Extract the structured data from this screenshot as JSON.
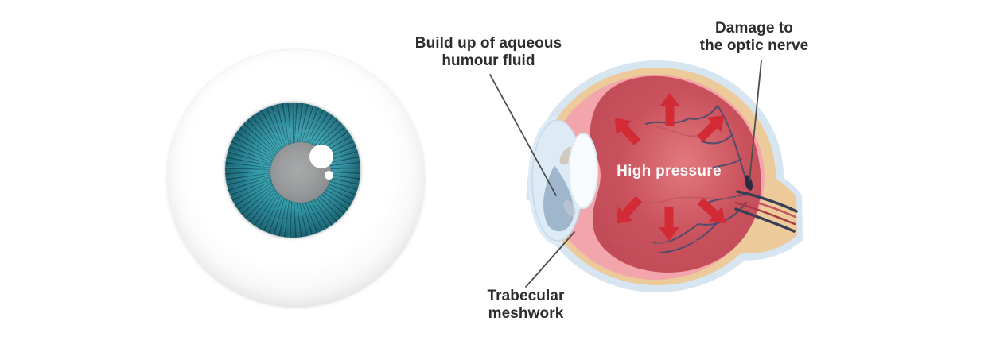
{
  "diagram": {
    "labels": {
      "aqueous_buildup": "Build up of aqueous\nhumour fluid",
      "optic_nerve_damage": "Damage to\nthe optic nerve",
      "trabecular_meshwork": "Trabecular\nmeshwork",
      "high_pressure": "High pressure"
    },
    "pressure_arrow_directions": [
      "up-left",
      "up",
      "up-right",
      "down-left",
      "down",
      "down-right"
    ]
  },
  "colors": {
    "label_text": "#2d2d2d",
    "leader_line": "#4d4d4d",
    "arrow_red": "#d22b35",
    "interior_red": "#c9515c",
    "interior_red_light": "#e2797f",
    "ring_pink": "#f2a5aa",
    "ring_tan": "#ecca9a",
    "ring_blue": "#d7e5f1",
    "cornea_blue": "#dcebf5",
    "aqueous_gray": "#9fb6cd",
    "lens_white": "#f7fbfe",
    "vessel_dark": "#454a6e",
    "vessel_red": "#c05560",
    "iris_teal": "#2a8a98",
    "pupil_gray": "#939597",
    "pressure_text": "#ffffff",
    "damage_spot": "#2a2c3e"
  }
}
